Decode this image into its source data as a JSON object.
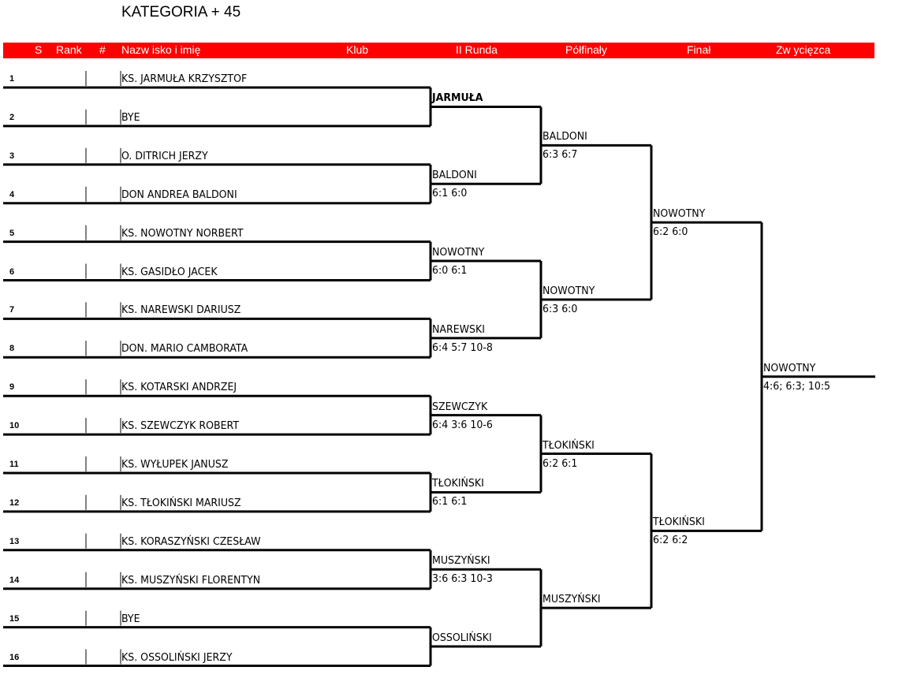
{
  "title": "KATEGORIA + 45",
  "header": {
    "s": "S",
    "rank": "Rank",
    "hash": "#",
    "name": "Nazw isko i imię",
    "club": "Klub",
    "round2": "II Runda",
    "semis": "Półfinały",
    "final": "Finał",
    "winner": "Zw ycięzca"
  },
  "colors": {
    "header_bg": "#ff0000",
    "header_text": "#ffffff"
  },
  "players": [
    {
      "seed": "1",
      "name": "KS. JARMUŁA KRZYSZTOF"
    },
    {
      "seed": "2",
      "name": "BYE"
    },
    {
      "seed": "3",
      "name": "O. DITRICH JERZY"
    },
    {
      "seed": "4",
      "name": "DON ANDREA BALDONI"
    },
    {
      "seed": "5",
      "name": "KS. NOWOTNY NORBERT"
    },
    {
      "seed": "6",
      "name": "KS. GASIDŁO JACEK"
    },
    {
      "seed": "7",
      "name": "KS. NAREWSKI DARIUSZ"
    },
    {
      "seed": "8",
      "name": "DON. MARIO CAMBORATA"
    },
    {
      "seed": "9",
      "name": "KS. KOTARSKI ANDRZEJ"
    },
    {
      "seed": "10",
      "name": "KS. SZEWCZYK ROBERT"
    },
    {
      "seed": "11",
      "name": "KS. WYŁUPEK JANUSZ"
    },
    {
      "seed": "12",
      "name": "KS. TŁOKIŃSKI MARIUSZ"
    },
    {
      "seed": "13",
      "name": "KS. KORASZYŃSKI CZESŁAW"
    },
    {
      "seed": "14",
      "name": "KS. MUSZYŃSKI FLORENTYN"
    },
    {
      "seed": "15",
      "name": "BYE"
    },
    {
      "seed": "16",
      "name": "KS. OSSOLIŃSKI JERZY"
    }
  ],
  "rounds": [
    [
      {
        "winner": "JARMUŁA",
        "score": "",
        "bold": true
      },
      {
        "winner": "BALDONI",
        "score": "6:1  6:0"
      },
      {
        "winner": "NOWOTNY",
        "score": "6:0 6:1"
      },
      {
        "winner": "NAREWSKI",
        "score": "6:4 5:7 10-8"
      },
      {
        "winner": "SZEWCZYK",
        "score": "6:4 3:6 10-6"
      },
      {
        "winner": "TŁOKIŃSKI",
        "score": "6:1 6:1"
      },
      {
        "winner": "MUSZYŃSKI",
        "score": "3:6  6:3 10-3"
      },
      {
        "winner": "OSSOLIŃSKI",
        "score": ""
      }
    ],
    [
      {
        "winner": "BALDONI",
        "score": "6:3 6:7"
      },
      {
        "winner": "NOWOTNY",
        "score": "6:3 6:0"
      },
      {
        "winner": "TŁOKIŃSKI",
        "score": "6:2 6:1"
      },
      {
        "winner": "MUSZYŃSKI",
        "score": ""
      }
    ],
    [
      {
        "winner": "NOWOTNY",
        "score": "6:2 6:0"
      },
      {
        "winner": "TŁOKIŃSKI",
        "score": "6:2 6:2"
      }
    ],
    [
      {
        "winner": "NOWOTNY",
        "score": "4:6; 6:3; 10:5"
      }
    ]
  ]
}
